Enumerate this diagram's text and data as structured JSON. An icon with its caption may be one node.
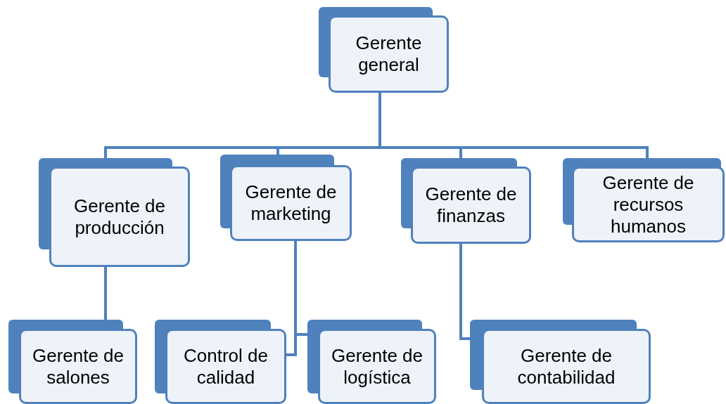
{
  "diagram": {
    "nodes": [
      {
        "text": [
          "Gerente general"
        ]
      },
      {
        "text": [
          "Gerente de producción"
        ]
      },
      {
        "text": [
          "Gerente de marketing"
        ]
      },
      {
        "text": [
          "Gerente de finanzas"
        ]
      },
      {
        "text": [
          "Gerente de recursos humanos"
        ]
      },
      {
        "text": [
          "Gerente de salones"
        ]
      },
      {
        "text": [
          "Control de calidad"
        ]
      },
      {
        "text": [
          "Gerente de logística"
        ]
      },
      {
        "text": [
          "Gerente de contabilidad"
        ]
      }
    ],
    "edges": [
      {
        "from": 0,
        "to": 1,
        "arrow": "none"
      },
      {
        "from": 0,
        "to": 2,
        "arrow": "none"
      },
      {
        "from": 0,
        "to": 3,
        "arrow": "none"
      },
      {
        "from": 0,
        "to": 4,
        "arrow": "none"
      },
      {
        "from": 1,
        "to": 5,
        "arrow": "none"
      },
      {
        "from": 2,
        "to": 6,
        "arrow": "none"
      },
      {
        "from": 2,
        "to": 7,
        "arrow": "none"
      },
      {
        "from": 3,
        "to": 8,
        "arrow": "none"
      }
    ]
  }
}
